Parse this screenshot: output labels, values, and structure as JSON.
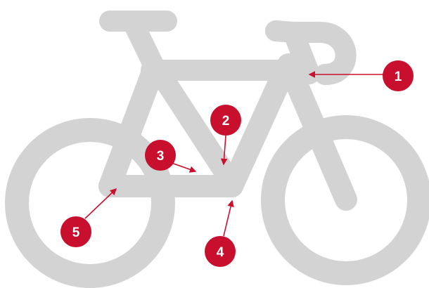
{
  "colors": {
    "bike": "#d3d3d3",
    "accent": "#c8102e",
    "marker_text": "#ffffff",
    "background": "#ffffff"
  },
  "callouts": [
    {
      "label": "1"
    },
    {
      "label": "2"
    },
    {
      "label": "3"
    },
    {
      "label": "4"
    },
    {
      "label": "5"
    }
  ]
}
